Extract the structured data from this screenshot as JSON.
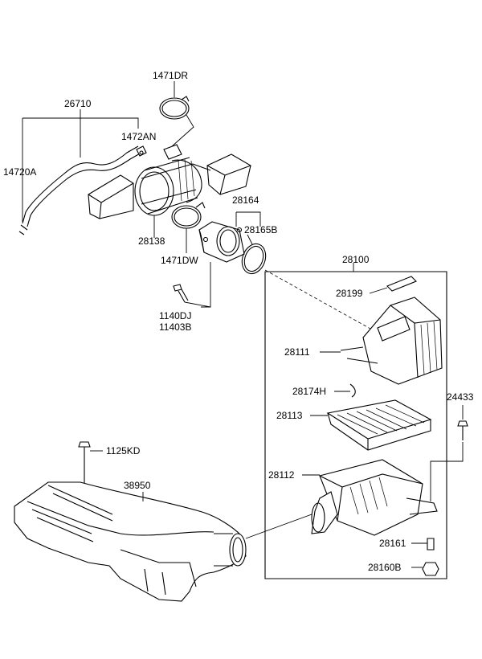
{
  "labels": {
    "p1471DR": "1471DR",
    "p26710": "26710",
    "p1472AN": "1472AN",
    "p14720A": "14720A",
    "p28164": "28164",
    "p28165B": "28165B",
    "p28138": "28138",
    "p1471DW": "1471DW",
    "p28100": "28100",
    "p28199": "28199",
    "p1140DJ": "1140DJ",
    "p11403B": "11403B",
    "p28111": "28111",
    "p28174H": "28174H",
    "p24433": "24433",
    "p28113": "28113",
    "p1125KD": "1125KD",
    "p28112": "28112",
    "p38950": "38950",
    "p28161": "28161",
    "p28160B": "28160B"
  }
}
